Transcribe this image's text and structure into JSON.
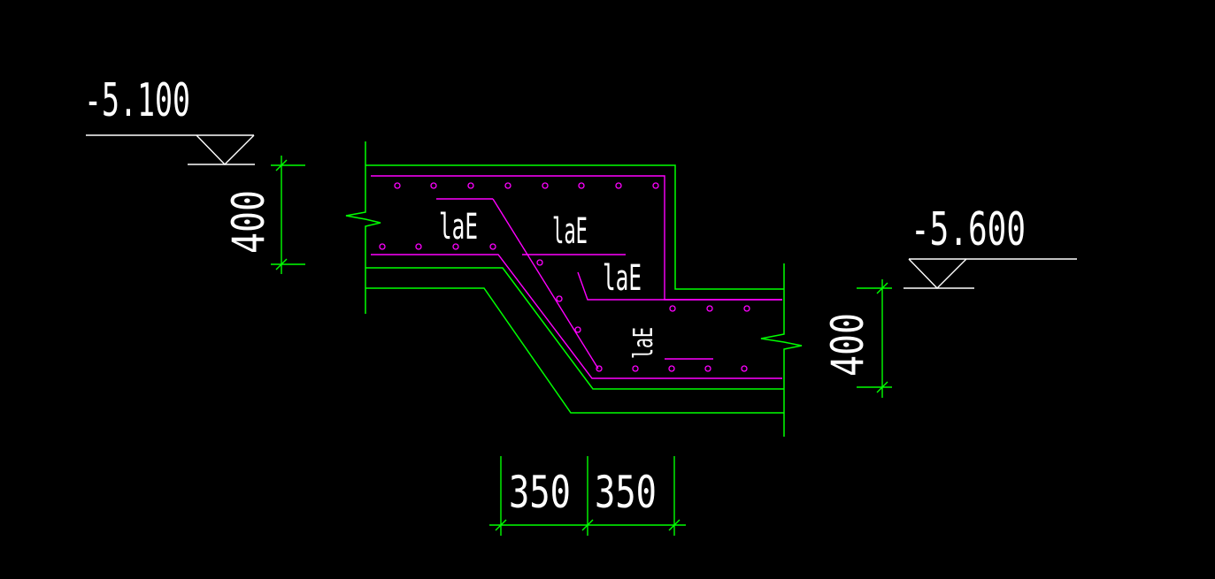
{
  "colors": {
    "background": "#000000",
    "concrete_outline": "#00ff00",
    "rebar": "#ff00ff",
    "text": "#ffffff",
    "dimension": "#00ff00"
  },
  "levels": {
    "upper": "-5.100",
    "lower": "-5.600"
  },
  "dimensions": {
    "upper_thickness": "400",
    "lower_thickness": "400",
    "width_left": "350",
    "width_right": "350"
  },
  "labels": {
    "anchorage_1": "laE",
    "anchorage_2": "laE",
    "anchorage_3": "laE",
    "anchorage_4": "laE"
  }
}
